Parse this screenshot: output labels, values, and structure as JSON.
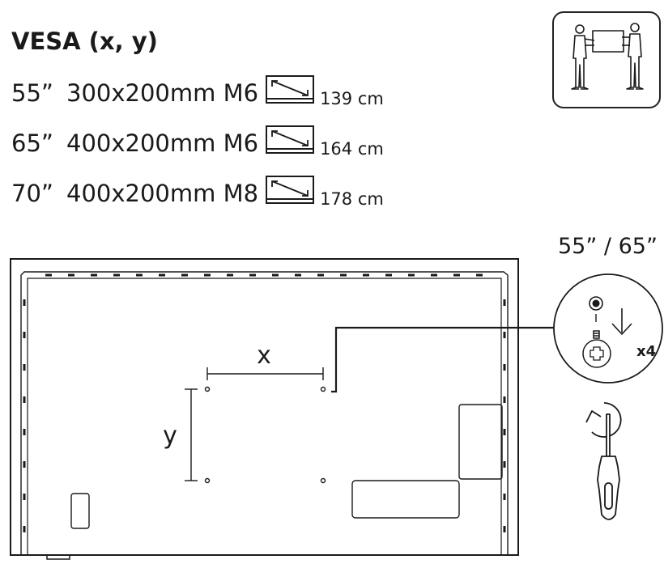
{
  "title": "VESA (x, y)",
  "specs": [
    {
      "size": "55”",
      "vesa": "300x200mm M6",
      "diagonal": "139 cm"
    },
    {
      "size": "65”",
      "vesa": "400x200mm M6",
      "diagonal": "164 cm"
    },
    {
      "size": "70”",
      "vesa": "400x200mm M8",
      "diagonal": "178 cm"
    }
  ],
  "icons": {
    "lift": "two-person-lift-icon",
    "diagonal": "screen-diagonal-icon",
    "screw": "screw-icon",
    "screwdriver": "screwdriver-icon"
  },
  "diagram": {
    "x_label": "x",
    "y_label": "y",
    "screw_models": "55” / 65”",
    "screw_count": "x4"
  }
}
